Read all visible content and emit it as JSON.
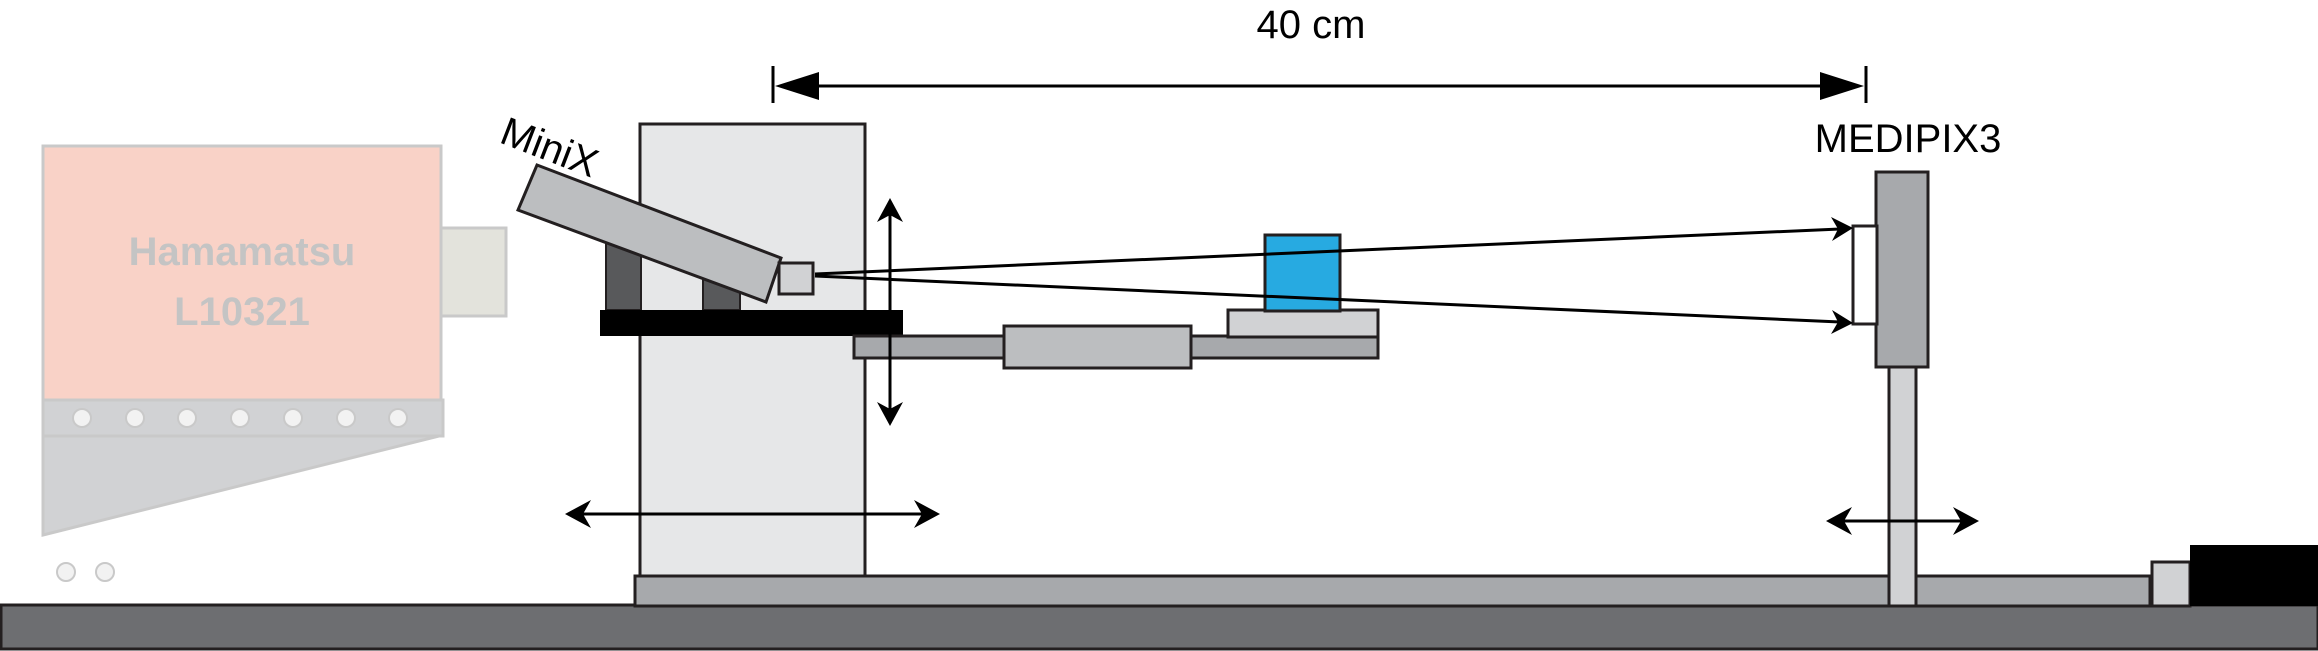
{
  "labels": {
    "distance": "40 cm",
    "detector": "MEDIPIX3",
    "source": "MiniX",
    "ghost_source_line1": "Hamamatsu",
    "ghost_source_line2": "L10321"
  },
  "colors": {
    "sample_block": "#27aae1",
    "ghost_body": "#f9d2c7",
    "ghost_stroke": "#c9c9c9",
    "base_plate": "#6d6e71",
    "rail": "#a7a9ac",
    "tower": "#e6e7e8",
    "dark_part": "#000000"
  }
}
